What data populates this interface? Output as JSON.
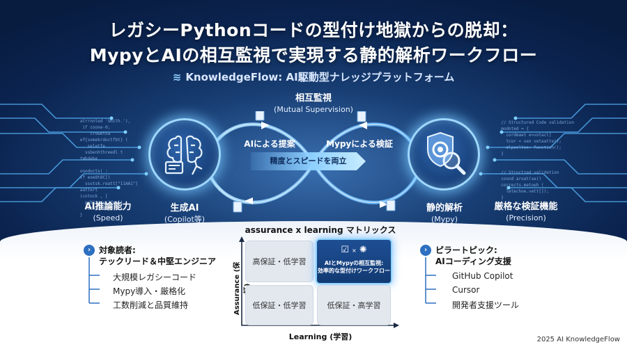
{
  "title_line1": "レガシーPythonコードの型付け地獄からの脱却：",
  "title_line2": "MypyとAIの相互監視で実現する静的解析ワークフロー",
  "subtitle": "KnowledgeFlow: AI駆動型ナレッジプラットフォーム",
  "mutual": {
    "label": "相互監視",
    "sub": "(Mutual Supervision)"
  },
  "ai_proposal": "AIによる提案",
  "mypy_verify": "Mypyによる検証",
  "center_arrow": "精度とスピードを両立",
  "left_outer": {
    "label": "AI推論能力",
    "sub": "(Speed)"
  },
  "left_circle": {
    "label": "生成AI",
    "sub": "(Copilot等)"
  },
  "right_circle": {
    "label": "静的解析",
    "sub": "(Mypy)"
  },
  "right_outer": {
    "label": "厳格な検証機能",
    "sub": "(Precision)"
  },
  "matrix": {
    "title": "assurance x learning マトリックス",
    "y_label": "Assurance (保証)",
    "x_label": "Learning (学習)",
    "top_left": "高保証・低学習",
    "top_right_line1": "AIとMypyの相互監視:",
    "top_right_line2": "効率的な型付けワークフロー",
    "bottom_left": "低保証・低学習",
    "bottom_right": "低保証・高学習"
  },
  "audience": {
    "heading1": "対象読者:",
    "heading2": "テックリード＆中堅エンジニア",
    "items": [
      "大規模レガシーコード",
      "Mypy導入・厳格化",
      "工数削減と品質維持"
    ]
  },
  "pillar": {
    "heading1": "ピラートピック:",
    "heading2": "AIコーディング支援",
    "items": [
      "GitHub Copilot",
      "Cursor",
      "開発者支援ツール"
    ]
  },
  "footer": "2025 AI KnowledgeFlow",
  "code_left": "   atrrnnted 'Smith.'),\n    if coone-0;\n       crowetoa\n   ef{somekrdoctfbt} (\n      seletfe\n     ssbenhthreedl t\n   tmbdebe\n\n   onodocts( :\n   if eoe8t8C[)\n     ssotsk.reatt[\"11AA1\"]\n   aattert\n   icotock , [\n     pabktecvsidoo[)\n     return 0\n   }",
  "code_right": "  // Structured Code validation\n  modoted = {\n    cordmaet e=votacl]\n    tcor = sen vetaatte();\n    mlpeeltee: function();\n  }\n\n\n  // Structzed validation\n  cosnd aroat(se()\n  corrects.metoeh (\n    letechoe.vett[]);\n  }",
  "colors": {
    "accent": "#8fd0ff",
    "button": "#2d6fc0",
    "glow": "#9fd8ff"
  }
}
